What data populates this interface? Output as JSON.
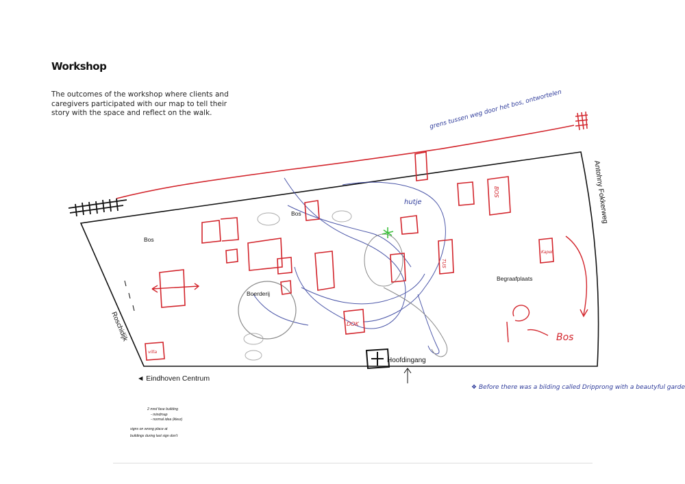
{
  "header": {
    "title": "Workshop",
    "intro": "The outcomes of the workshop where clients and caregivers participated with our map to tell their story with the space and reflect on the walk."
  },
  "map": {
    "labels": {
      "bos_left": "Bos",
      "bos_top": "Bos",
      "boerderij": "Boerderij",
      "begraafplaats": "Begraafplaats",
      "hoofdingang": "Hoofdingang",
      "eindhoven": "◄ Eindhoven Centrum",
      "roschidijk": "Roschidijk",
      "fokkerweg": "Antohny Fokkerweg"
    },
    "annotations": {
      "red_bos": "Bos",
      "red_villa": "villa",
      "red_kapel": "Kapel",
      "red_dok": "DOK",
      "red_bos_box": "BOS",
      "red_tus": "TUS",
      "blue_hutje": "hutje",
      "blue_top_right": "grens tussen weg door het bos, ontwortelen",
      "blue_bottom_note": "Before there was a bilding called Dripprong with a beautyful garden."
    },
    "small_notes": [
      "2 mnd fase building",
      "- mindmap",
      "- normal idea (kleur)",
      "signs on wrong place at",
      "buildings during last sign don't"
    ],
    "colors": {
      "outline": "#111111",
      "red": "#d2232a",
      "blue": "#2d3a9a",
      "green": "#3bbf3b"
    }
  }
}
